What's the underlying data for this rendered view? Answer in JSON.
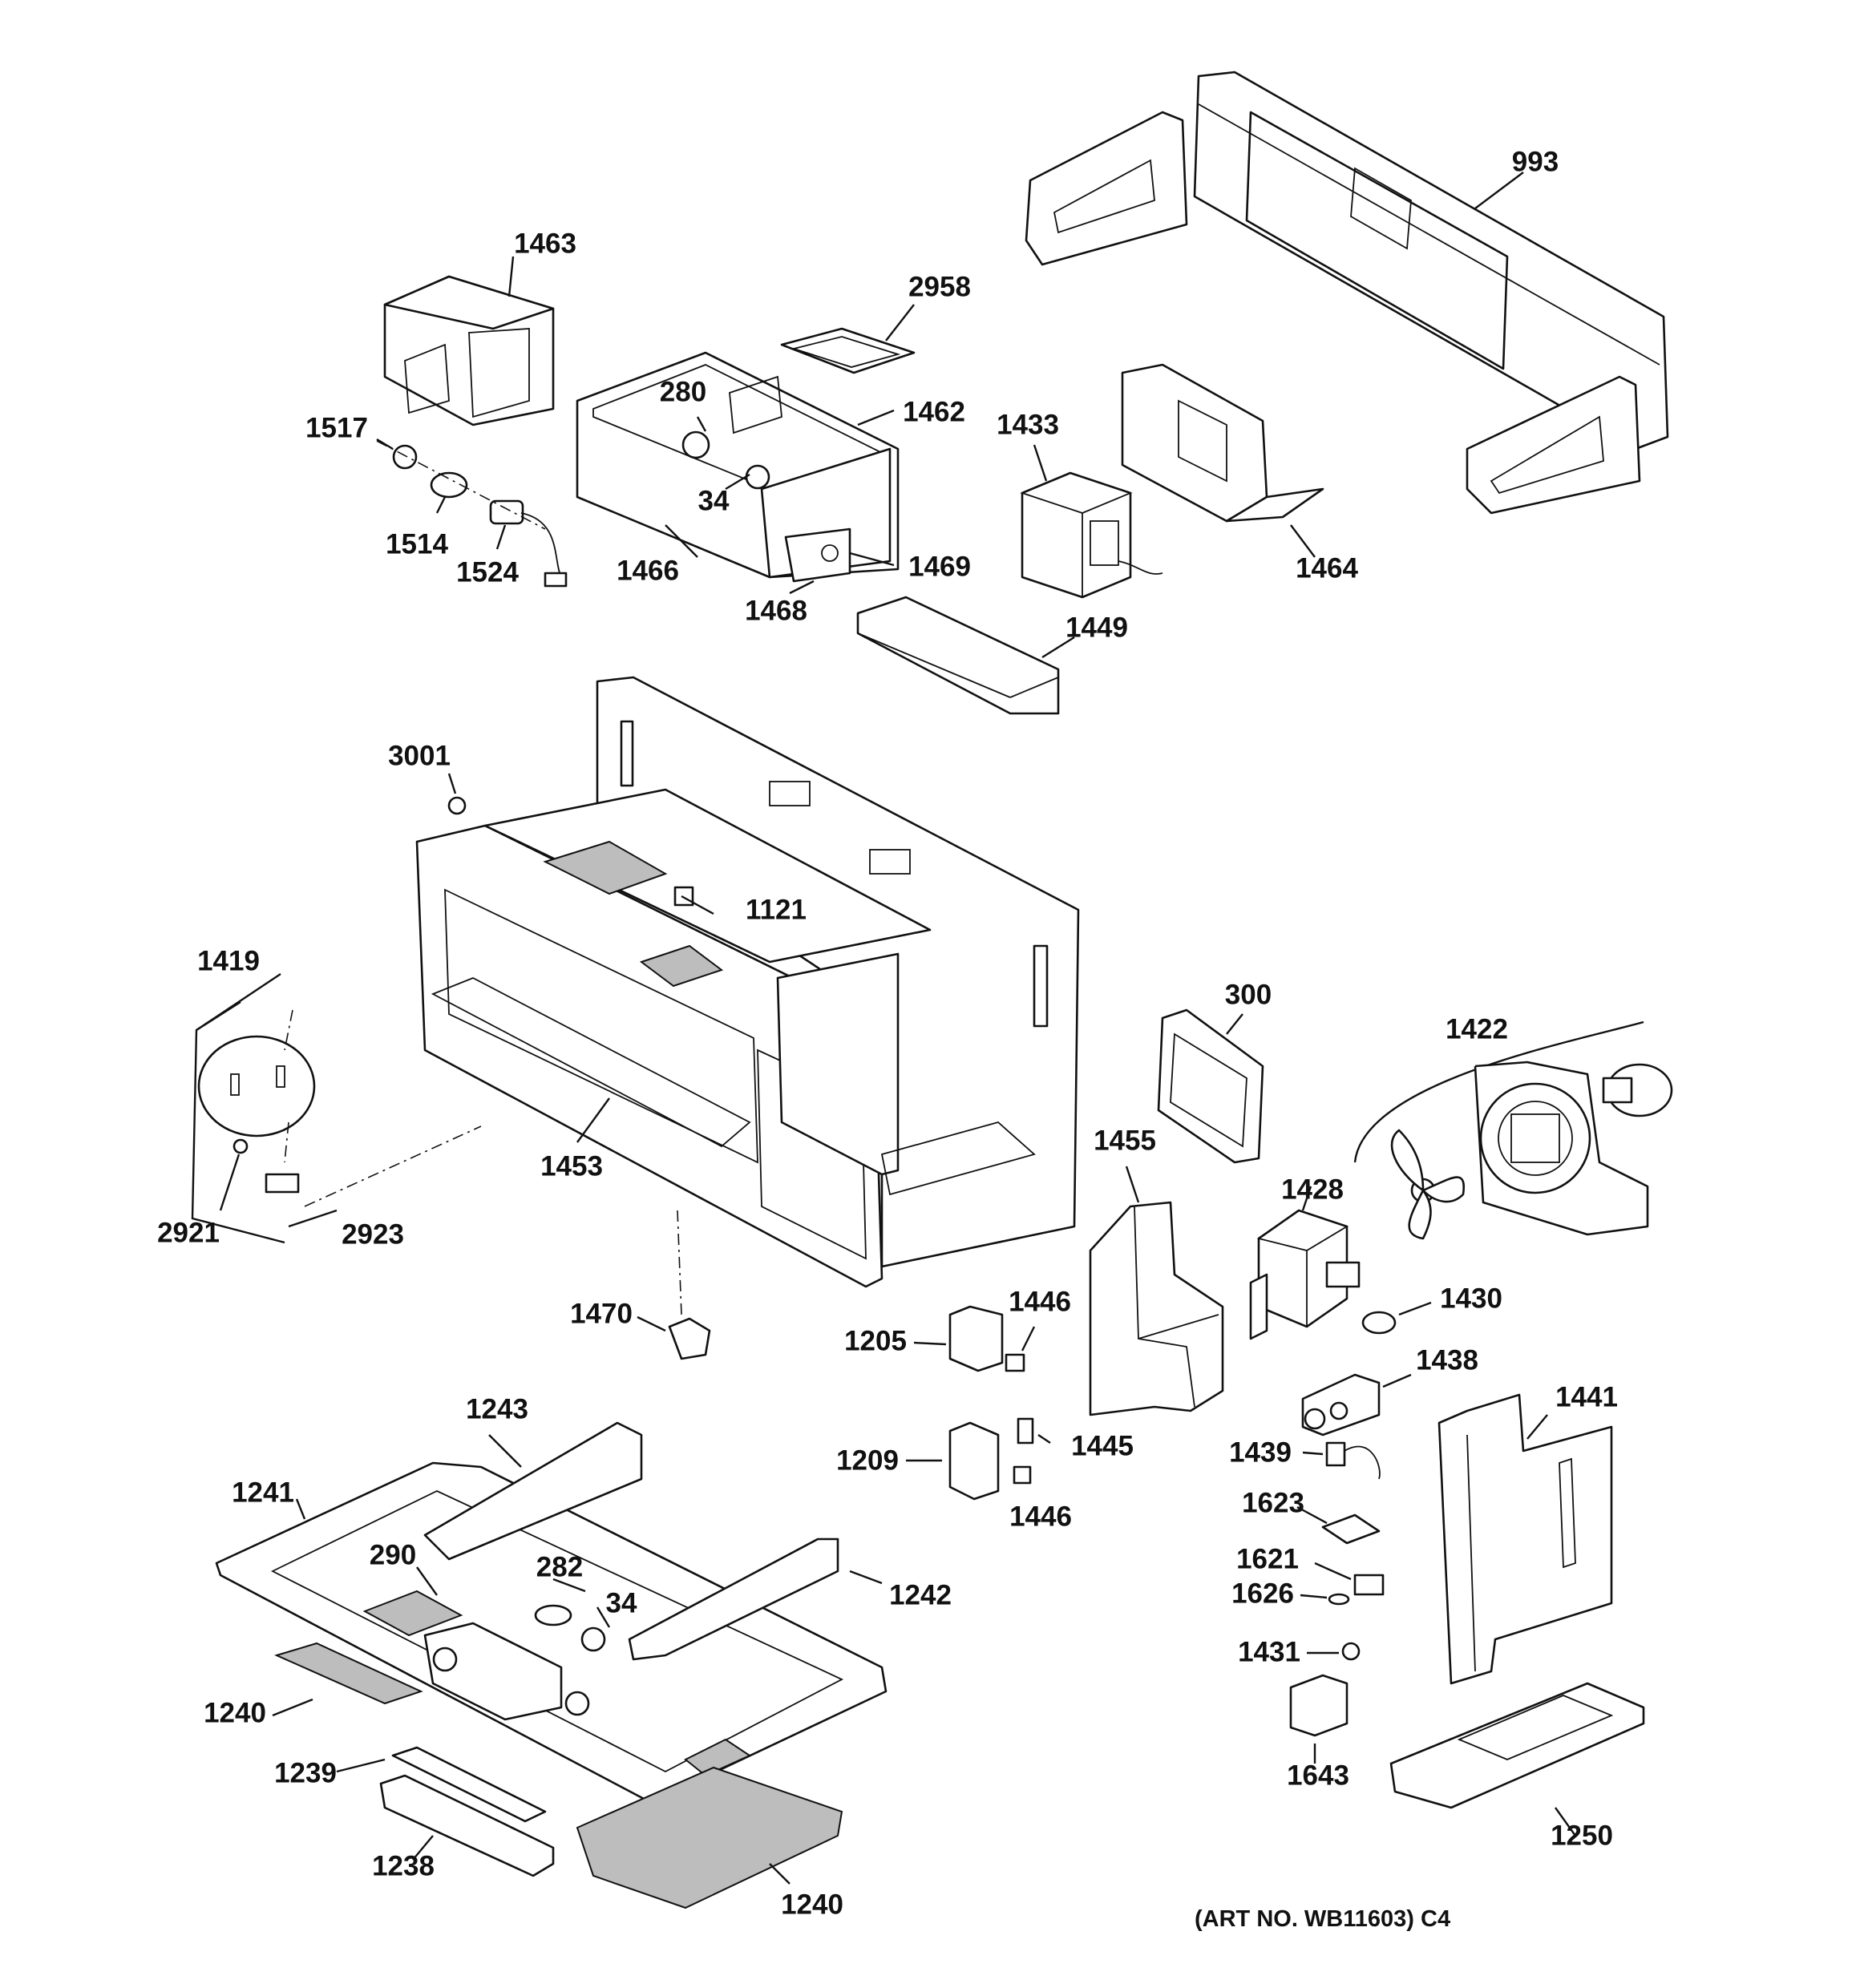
{
  "diagram": {
    "art_number": "(ART NO. WB11603) C4",
    "callouts": [
      {
        "id": "993",
        "label": "993"
      },
      {
        "id": "1463",
        "label": "1463"
      },
      {
        "id": "2958",
        "label": "2958"
      },
      {
        "id": "280",
        "label": "280"
      },
      {
        "id": "1462",
        "label": "1462"
      },
      {
        "id": "1517",
        "label": "1517"
      },
      {
        "id": "1433",
        "label": "1433"
      },
      {
        "id": "34a",
        "label": "34"
      },
      {
        "id": "1514",
        "label": "1514"
      },
      {
        "id": "1524",
        "label": "1524"
      },
      {
        "id": "1466",
        "label": "1466"
      },
      {
        "id": "1469",
        "label": "1469"
      },
      {
        "id": "1464",
        "label": "1464"
      },
      {
        "id": "1468",
        "label": "1468"
      },
      {
        "id": "1449",
        "label": "1449"
      },
      {
        "id": "3001",
        "label": "3001"
      },
      {
        "id": "1121",
        "label": "1121"
      },
      {
        "id": "1419",
        "label": "1419"
      },
      {
        "id": "300",
        "label": "300"
      },
      {
        "id": "1422",
        "label": "1422"
      },
      {
        "id": "1455",
        "label": "1455"
      },
      {
        "id": "1453",
        "label": "1453"
      },
      {
        "id": "1428",
        "label": "1428"
      },
      {
        "id": "2921",
        "label": "2921"
      },
      {
        "id": "2923",
        "label": "2923"
      },
      {
        "id": "1446a",
        "label": "1446"
      },
      {
        "id": "1430",
        "label": "1430"
      },
      {
        "id": "1470",
        "label": "1470"
      },
      {
        "id": "1205",
        "label": "1205"
      },
      {
        "id": "1438",
        "label": "1438"
      },
      {
        "id": "1243",
        "label": "1243"
      },
      {
        "id": "1441",
        "label": "1441"
      },
      {
        "id": "1445",
        "label": "1445"
      },
      {
        "id": "1209",
        "label": "1209"
      },
      {
        "id": "1439",
        "label": "1439"
      },
      {
        "id": "1241",
        "label": "1241"
      },
      {
        "id": "1446b",
        "label": "1446"
      },
      {
        "id": "1623",
        "label": "1623"
      },
      {
        "id": "290",
        "label": "290"
      },
      {
        "id": "1621",
        "label": "1621"
      },
      {
        "id": "282",
        "label": "282"
      },
      {
        "id": "1626",
        "label": "1626"
      },
      {
        "id": "34b",
        "label": "34"
      },
      {
        "id": "1242",
        "label": "1242"
      },
      {
        "id": "1431",
        "label": "1431"
      },
      {
        "id": "1240a",
        "label": "1240"
      },
      {
        "id": "1643",
        "label": "1643"
      },
      {
        "id": "1239",
        "label": "1239"
      },
      {
        "id": "1250",
        "label": "1250"
      },
      {
        "id": "1238",
        "label": "1238"
      },
      {
        "id": "1240b",
        "label": "1240"
      }
    ]
  }
}
